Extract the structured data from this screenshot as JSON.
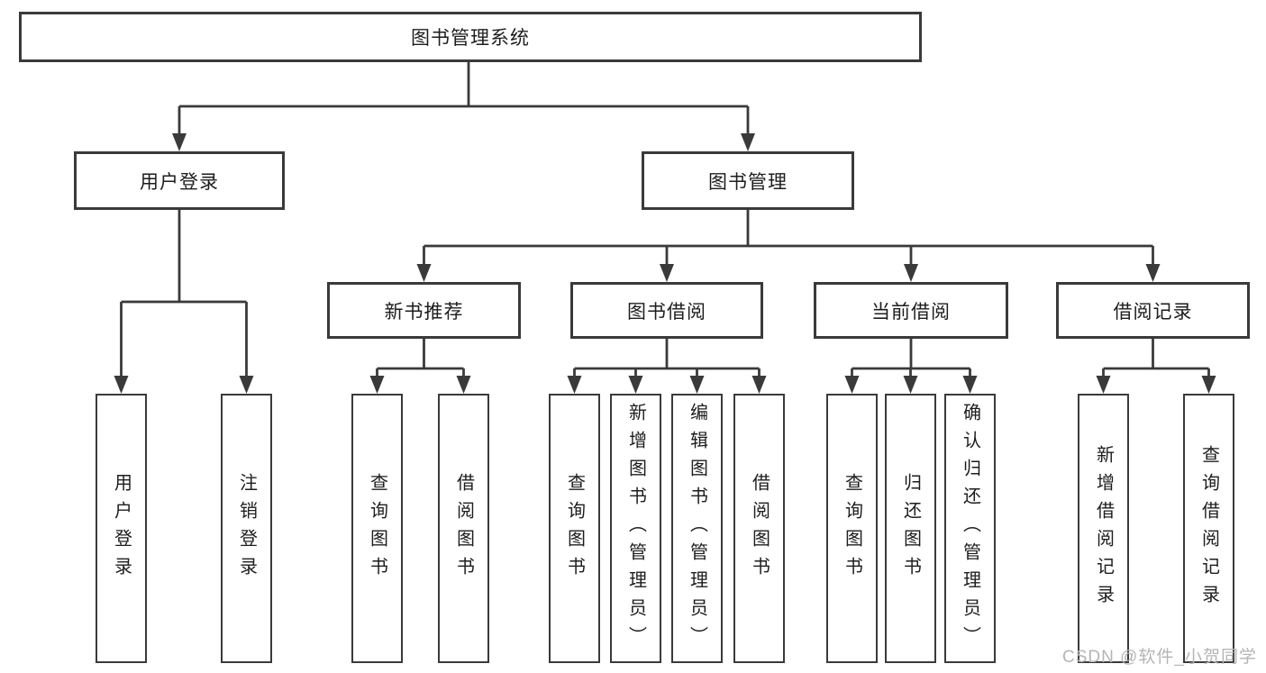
{
  "watermark": {
    "text": "CSDN @软件_小贺同学"
  },
  "colors": {
    "line": "#3a3a3a",
    "box_border": "#3a3a3a",
    "text": "#1d1d1d",
    "watermark": "#b5b5b5",
    "background": "#ffffff"
  },
  "tree": {
    "label": "图书管理系统",
    "children": [
      {
        "label": "用户登录",
        "children": [
          {
            "label": "用户登录"
          },
          {
            "label": "注销登录"
          }
        ]
      },
      {
        "label": "图书管理",
        "children": [
          {
            "label": "新书推荐",
            "children": [
              {
                "label": "查询图书"
              },
              {
                "label": "借阅图书"
              }
            ]
          },
          {
            "label": "图书借阅",
            "children": [
              {
                "label": "查询图书"
              },
              {
                "label": "新增图书（管理员）"
              },
              {
                "label": "编辑图书（管理员）"
              },
              {
                "label": "借阅图书"
              }
            ]
          },
          {
            "label": "当前借阅",
            "children": [
              {
                "label": "查询图书"
              },
              {
                "label": "归还图书"
              },
              {
                "label": "确认归还（管理员）"
              }
            ]
          },
          {
            "label": "借阅记录",
            "children": [
              {
                "label": "新增借阅记录"
              },
              {
                "label": "查询借阅记录"
              }
            ]
          }
        ]
      }
    ]
  }
}
